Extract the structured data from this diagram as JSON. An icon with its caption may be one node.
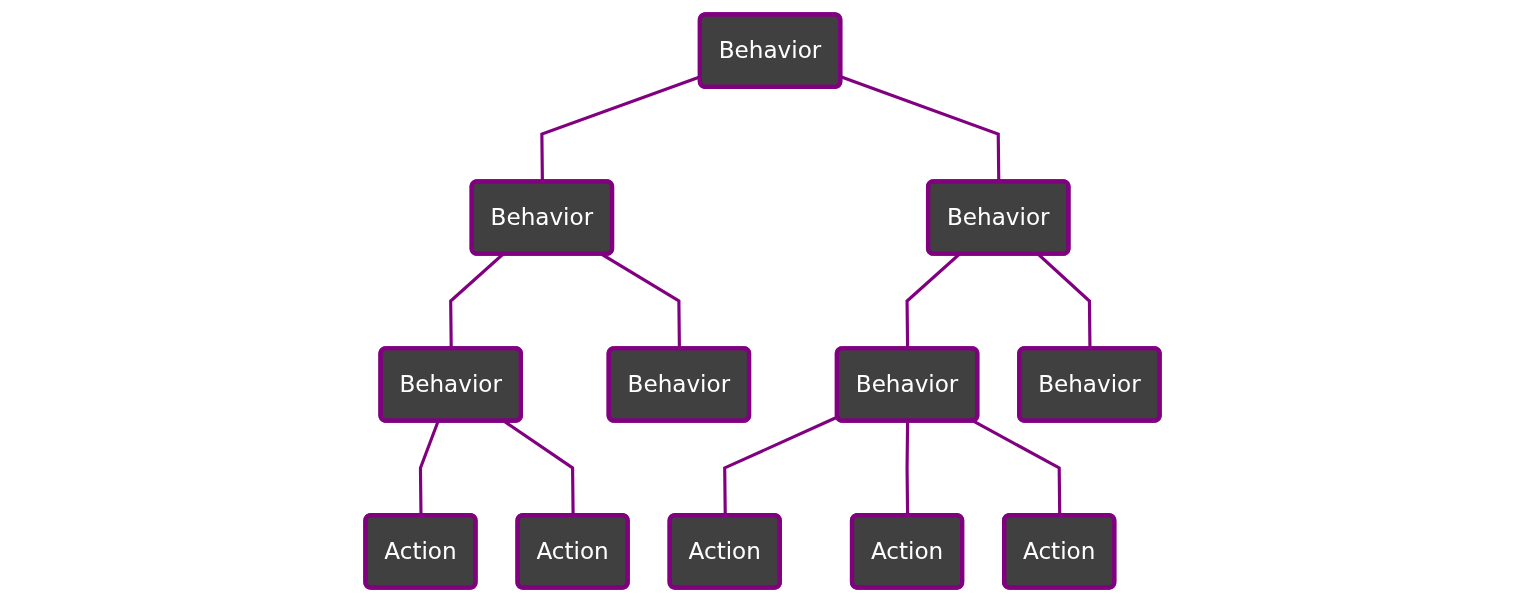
{
  "diagram": {
    "nodes": [
      {
        "text": [
          "Behavior"
        ]
      },
      {
        "text": [
          "Behavior"
        ]
      },
      {
        "text": [
          "Behavior"
        ]
      },
      {
        "text": [
          "Behavior"
        ]
      },
      {
        "text": [
          "Behavior"
        ]
      },
      {
        "text": [
          "Behavior"
        ]
      },
      {
        "text": [
          "Behavior"
        ]
      },
      {
        "text": [
          "Action"
        ]
      },
      {
        "text": [
          "Action"
        ]
      },
      {
        "text": [
          "Action"
        ]
      },
      {
        "text": [
          "Action"
        ]
      },
      {
        "text": [
          "Action"
        ]
      }
    ],
    "edges": [
      {
        "from": 0,
        "to": 1,
        "arrow": "none"
      },
      {
        "from": 0,
        "to": 2,
        "arrow": "none"
      },
      {
        "from": 1,
        "to": 3,
        "arrow": "none"
      },
      {
        "from": 1,
        "to": 4,
        "arrow": "none"
      },
      {
        "from": 2,
        "to": 5,
        "arrow": "none"
      },
      {
        "from": 2,
        "to": 6,
        "arrow": "none"
      },
      {
        "from": 3,
        "to": 7,
        "arrow": "none"
      },
      {
        "from": 3,
        "to": 8,
        "arrow": "none"
      },
      {
        "from": 5,
        "to": 9,
        "arrow": "none"
      },
      {
        "from": 5,
        "to": 10,
        "arrow": "none"
      },
      {
        "from": 5,
        "to": 11,
        "arrow": "none"
      }
    ]
  }
}
